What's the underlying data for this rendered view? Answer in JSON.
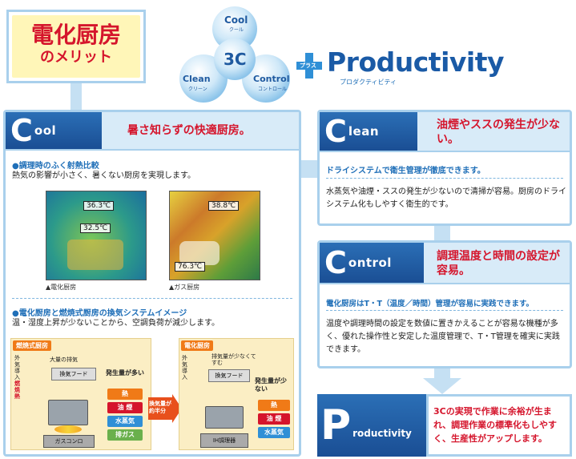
{
  "title": {
    "line1": "電化厨房",
    "line2": "のメリット"
  },
  "triad": {
    "top": "Cool",
    "top_sub": "クール",
    "center": "3C",
    "left": "Clean",
    "left_sub": "クリーン",
    "right": "Control",
    "right_sub": "コントロール"
  },
  "plus": {
    "ruby": "プラス",
    "word": "Productivity",
    "sub": "プロダクティビティ"
  },
  "cool": {
    "letter": "C",
    "word": "ool",
    "headline": "暑さ知らずの快適厨房。",
    "s1_title": "●調理時のふく射熱比較",
    "s1_body": "熱気の影響が小さく、暑くない厨房を実現します。",
    "img1": {
      "temp_a": "36.3℃",
      "temp_b": "32.5℃",
      "caption": "▲電化厨房"
    },
    "img2": {
      "temp_a": "38.8℃",
      "temp_b": "76.3℃",
      "caption": "▲ガス厨房"
    },
    "s2_title": "●電化厨房と燃焼式厨房の換気システムイメージ",
    "s2_body": "温・湿度上昇が少ないことから、空調負荷が減少します。",
    "gas": {
      "tag": "燃焼式厨房",
      "intake": "外気導入",
      "exhaust": "大量の排気",
      "hood": "換気フード",
      "heat_label": "燃焼熱",
      "gen": "発生量が多い",
      "items": [
        "熱",
        "油 煙",
        "水蒸気",
        "排ガス"
      ],
      "stove": "ガスコンロ"
    },
    "arrow": "換気量が約半分",
    "elec": {
      "tag": "電化厨房",
      "intake": "外気導入",
      "exhaust": "排気量が少なくてすむ",
      "hood": "換気フード",
      "gen": "発生量が少ない",
      "items": [
        "熱",
        "油 煙",
        "水蒸気"
      ],
      "stove": "IH調理器"
    }
  },
  "clean": {
    "letter": "C",
    "word": "lean",
    "headline": "油煙やススの発生が少ない。",
    "subhead": "ドライシステムで衛生管理が徹底できます。",
    "body": "水蒸気や油煙・ススの発生が少ないので清掃が容易。厨房のドライシステム化もしやすく衛生的です。"
  },
  "control": {
    "letter": "C",
    "word": "ontrol",
    "headline": "調理温度と時間の設定が容易。",
    "subhead": "電化厨房はT・T（温度／時間）管理が容易に実践できます。",
    "body": "温度や調理時間の設定を数値に置きかえることが容易な機種が多く、優れた操作性と安定した温度管理で、T・T管理を確実に実践できます。"
  },
  "productivity": {
    "letter": "P",
    "word": "roductivity",
    "body": "3Cの実現で作業に余裕が生まれ、調理作業の標準化もしやすく、生産性がアップします。"
  },
  "colors": {
    "accent_blue": "#1f6fb8",
    "accent_red": "#d5152c",
    "panel_border": "#a9d0ec"
  }
}
